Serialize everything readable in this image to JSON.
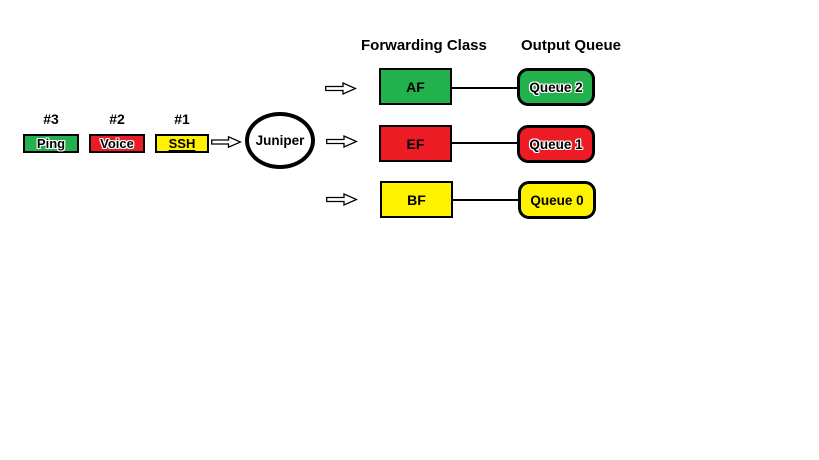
{
  "headers": {
    "forwarding_class": "Forwarding Class",
    "output_queue": "Output Queue"
  },
  "packets": [
    {
      "number": "#3",
      "label": "Ping",
      "color": "#22B14C"
    },
    {
      "number": "#2",
      "label": "Voice",
      "color": "#ED1C24"
    },
    {
      "number": "#1",
      "label": "SSH",
      "color": "#FFF200"
    }
  ],
  "router": {
    "label": "Juniper"
  },
  "rows": [
    {
      "forwarding_class": "AF",
      "output_queue": "Queue 2",
      "color": "#22B14C"
    },
    {
      "forwarding_class": "EF",
      "output_queue": "Queue 1",
      "color": "#ED1C24"
    },
    {
      "forwarding_class": "BF",
      "output_queue": "Queue 0",
      "color": "#FFF200"
    }
  ],
  "icons": {
    "flow_arrow": "block-arrow-icon"
  },
  "colors": {
    "green": "#22B14C",
    "red": "#ED1C24",
    "yellow": "#FFF200",
    "ink": "#000000",
    "paper": "#FFFFFF"
  }
}
